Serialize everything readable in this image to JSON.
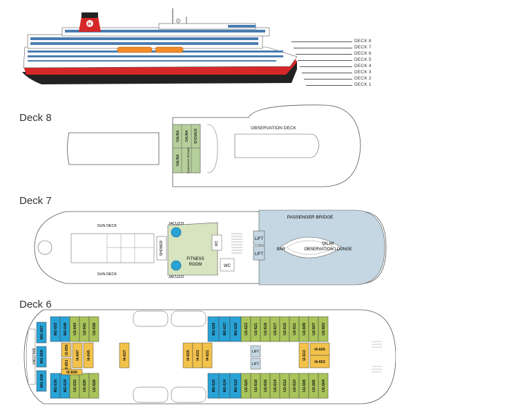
{
  "ship": {
    "decks": [
      "DECK 8",
      "DECK 7",
      "DECK 6",
      "DECK 5",
      "DECK 4",
      "DECK 3",
      "DECK 2",
      "DECK 1"
    ]
  },
  "deck8": {
    "title": "Deck 8",
    "labels": {
      "observation": "OBSERVATION DECK",
      "sauna_a": "SAUNA",
      "sauna_b": "SAUNA",
      "shower": "SHOWER",
      "sauna_c": "SAUNA",
      "changing": "CHANGING ROOMS"
    }
  },
  "deck7": {
    "title": "Deck 7",
    "labels": {
      "sun_deck_top": "SUN DECK",
      "sun_deck_bottom": "SUN DECK",
      "jacuzzi_top": "JACUZZI",
      "jacuzzi_bottom": "JACUZZI",
      "shower": "SHOWER",
      "fitness_1": "FITNESS",
      "fitness_2": "ROOM",
      "wc_top": "WC",
      "wc_bottom": "WC",
      "lift_top": "LIFT",
      "lift_bottom": "LIFT",
      "bar": "BAR",
      "passenger_bridge": "PASSENGER BRIDGE",
      "qilak_1": "QILAK",
      "qilak_2": "OBSERVATION LOUNGE"
    }
  },
  "deck6": {
    "title": "Deck 6",
    "labels": {
      "balcony": "BALCONY",
      "lift_top": "LIFT",
      "lift_bottom": "LIFT"
    },
    "colors": {
      "blue": "#29a3d6",
      "green": "#a9c45a",
      "yellow": "#f2c24b"
    },
    "cabins": {
      "mg_left": [
        "MG-657",
        "MG-659",
        "MG-638"
      ],
      "top_row": [
        "M2-653",
        "M2-649",
        "U2-643",
        "U2-641",
        "U2-639"
      ],
      "bottom_row": [
        "M2-636",
        "M2-634",
        "U2-632",
        "U2-630",
        "U2-628"
      ],
      "inner_left": [
        "I2-655",
        "I2-651",
        "I2-640",
        "I4-647",
        "I4-645",
        "I4-637"
      ],
      "inner_mid": [
        "I4-635",
        "I4-633",
        "I4-631"
      ],
      "top_right_m": [
        "M2-629",
        "M2-627",
        "M2-625"
      ],
      "top_right_u": [
        "U2-623",
        "U2-621",
        "U2-619",
        "U2-617",
        "U2-615",
        "U2-611",
        "U2-609",
        "U2-607",
        "U2-603"
      ],
      "bottom_right_m": [
        "M2-626",
        "M2-624",
        "M2-622"
      ],
      "bottom_right_u": [
        "U2-620",
        "U2-618",
        "U2-616",
        "U2-614",
        "U2-612",
        "U2-610",
        "U2-608",
        "U2-606",
        "U2-604"
      ],
      "inner_right": [
        "I2-613",
        "I4-605",
        "I4-602"
      ]
    }
  }
}
